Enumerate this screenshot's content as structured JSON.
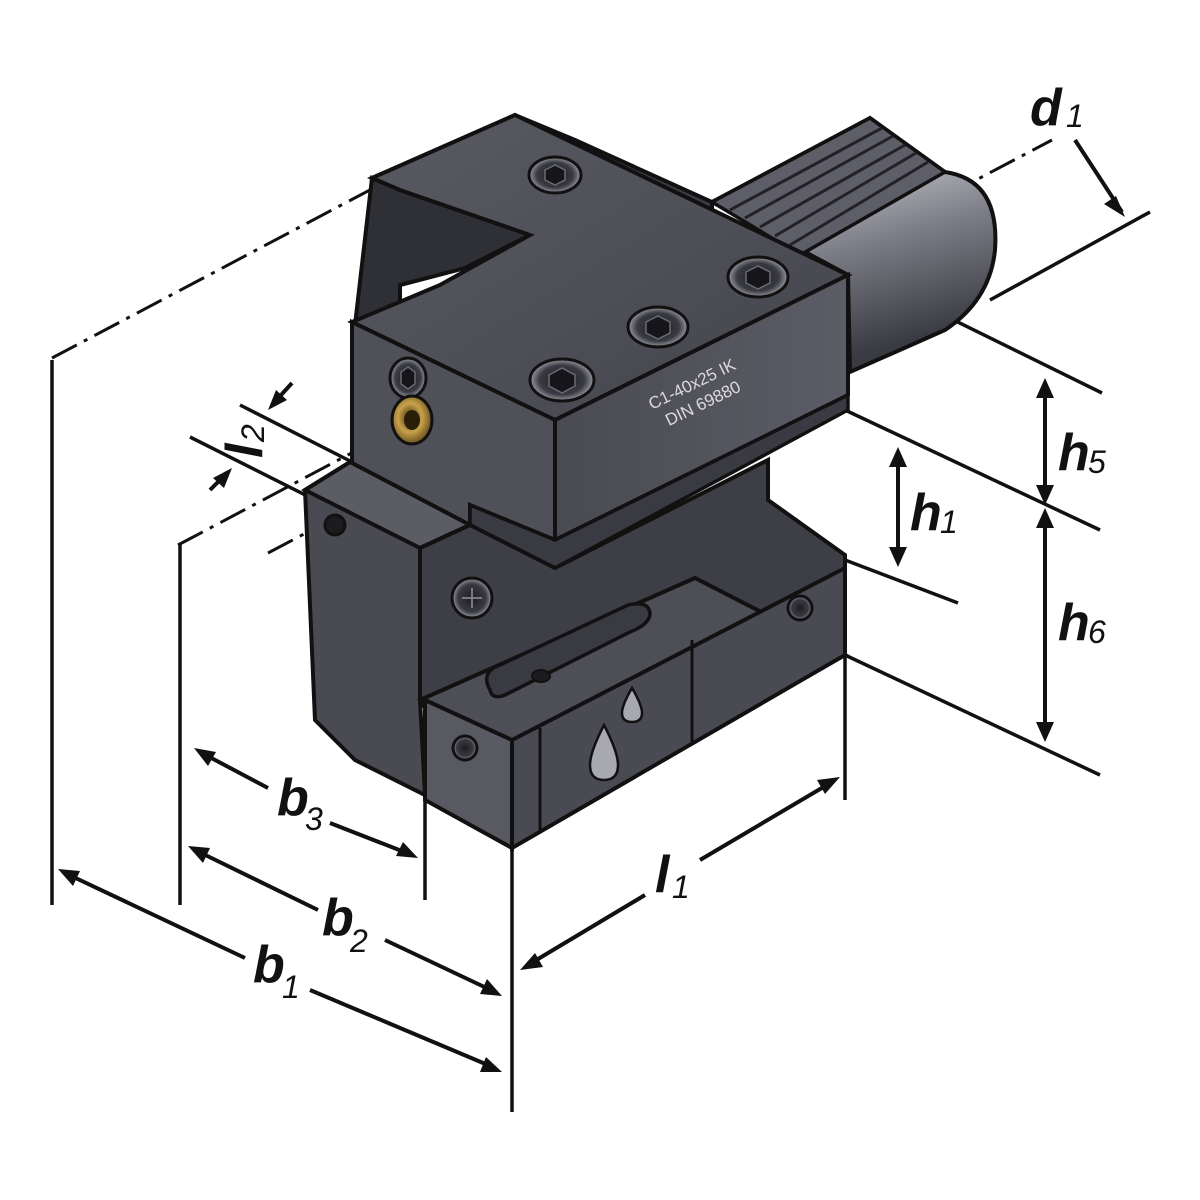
{
  "engraving": {
    "line1": "C1-40x25 IK",
    "line2": "DIN 69880"
  },
  "dimensions": {
    "d1": {
      "main": "d",
      "sub": "1"
    },
    "l2": {
      "main": "l",
      "sub": "2"
    },
    "h5": {
      "main": "h",
      "sub": "5"
    },
    "h1": {
      "main": "h",
      "sub": "1"
    },
    "h6": {
      "main": "h",
      "sub": "6"
    },
    "b3": {
      "main": "b",
      "sub": "3"
    },
    "b2": {
      "main": "b",
      "sub": "2"
    },
    "b1": {
      "main": "b",
      "sub": "1"
    },
    "l1": {
      "main": "l",
      "sub": "1"
    }
  },
  "colors": {
    "body_dark": "#3c3c44",
    "body_mid": "#55555e",
    "body_light": "#6e6e78",
    "line": "#111111",
    "shank": "#8c8c96"
  }
}
